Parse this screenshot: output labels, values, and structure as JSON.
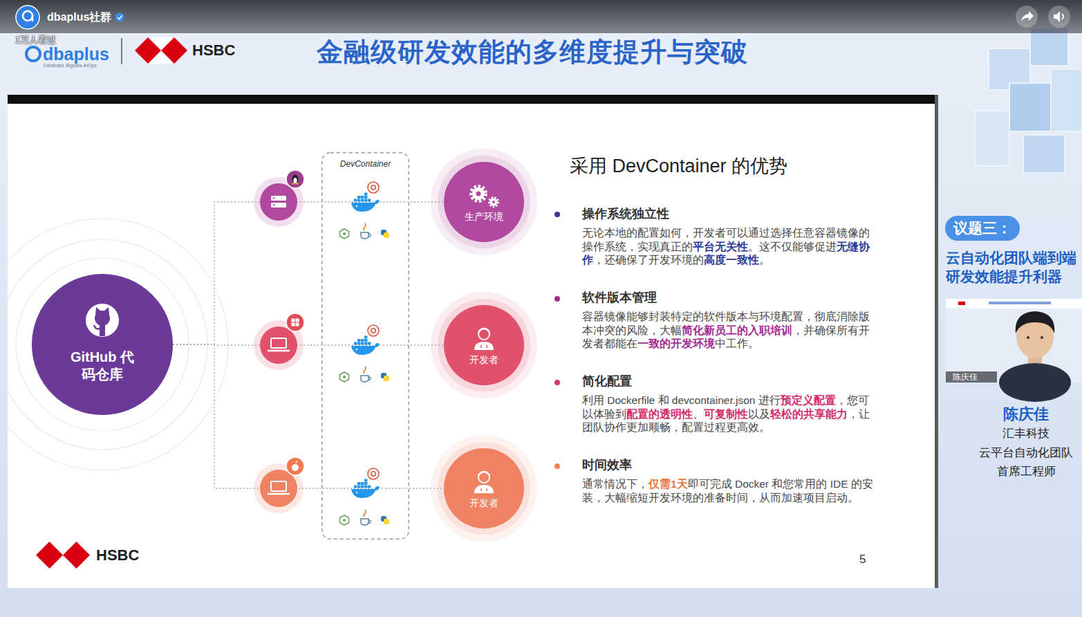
{
  "diagram": {
    "title": "金融级研发效能的多维度提升与突破",
    "nodes": [
      {
        "text": [
          "GitHub 代码仓库"
        ]
      },
      {
        "text": [
          "DevContainer"
        ]
      },
      {
        "text": [
          "生产环境"
        ]
      },
      {
        "text": [
          "开发者"
        ]
      },
      {
        "text": [
          "开发者"
        ]
      },
      {
        "text": [
          "议题三："
        ]
      }
    ],
    "edges": [
      {
        "from": 0,
        "to": 2,
        "arrow": "none"
      },
      {
        "from": 0,
        "to": 3,
        "arrow": "none"
      },
      {
        "from": 0,
        "to": 4,
        "arrow": "none"
      }
    ],
    "labels": [
      "dbaplus社群",
      "1万人看过",
      "dbaplus",
      "Database Bigdata AIOps",
      "HSBC",
      "采用 DevContainer 的优势",
      "操作系统独立性",
      "无论本地的配置如何，开发者可以通过选择任意容器镜像的操作系统，实现真正的",
      "平台无关性",
      "。这不仅能够促进",
      "无缝协作",
      "，还确保了开发环境的",
      "高度一致性",
      "。",
      "软件版本管理",
      "容器镜像能够封装特定的软件版本与环境配置，彻底消除版本冲突的风险，大幅",
      "简化新员工的入职培训",
      "，并确保所有开发者都能在",
      "一致的开发环境",
      "中工作。",
      "简化配置",
      "利用 Dockerfile 和 devcontainer.json 进行",
      "预定义配置",
      "，您可以体验到",
      "配置的透明性",
      "、",
      "可复制性",
      "以及",
      "轻松的共享能力",
      "，让团队协作更加顺畅，配置过程更高效。",
      "时间效率",
      "通常情况下，",
      "仅需1天",
      "即可完成 Docker 和您常用的 IDE 的安装，大幅缩短开发环境的准备时间，从而加速项目启动。",
      "HSBC",
      "5",
      "云自动化团队端到端研发效能提升利器",
      "陈庆佳",
      "陈庆佳",
      "汇丰科技",
      "云平台自动化团队",
      "首席工程师"
    ]
  }
}
